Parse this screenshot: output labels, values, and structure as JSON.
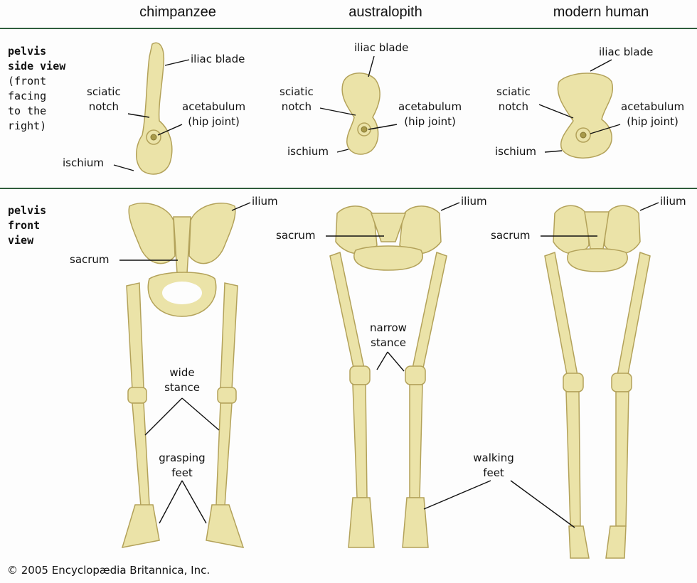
{
  "columns": [
    "chimpanzee",
    "australopith",
    "modern human"
  ],
  "row_labels": {
    "side": {
      "title1": "pelvis",
      "title2": "side view",
      "note": [
        "(front",
        "facing",
        "to the",
        "right)"
      ]
    },
    "front": {
      "title1": "pelvis",
      "title2": "front",
      "title3": "view"
    }
  },
  "labels": {
    "iliac_blade": "iliac blade",
    "sciatic_notch": [
      "sciatic",
      "notch"
    ],
    "acetabulum": [
      "acetabulum",
      "(hip joint)"
    ],
    "ischium": "ischium",
    "ilium": "ilium",
    "sacrum": "sacrum",
    "wide_stance": [
      "wide",
      "stance"
    ],
    "grasping_feet": [
      "grasping",
      "feet"
    ],
    "narrow_stance": [
      "narrow",
      "stance"
    ],
    "walking_feet": [
      "walking",
      "feet"
    ]
  },
  "copyright": "© 2005 Encyclopædia Britannica, Inc.",
  "colors": {
    "rule": "#2f5e3c",
    "bone": "#ebe3a8",
    "bone_outline": "#b3a25a"
  }
}
